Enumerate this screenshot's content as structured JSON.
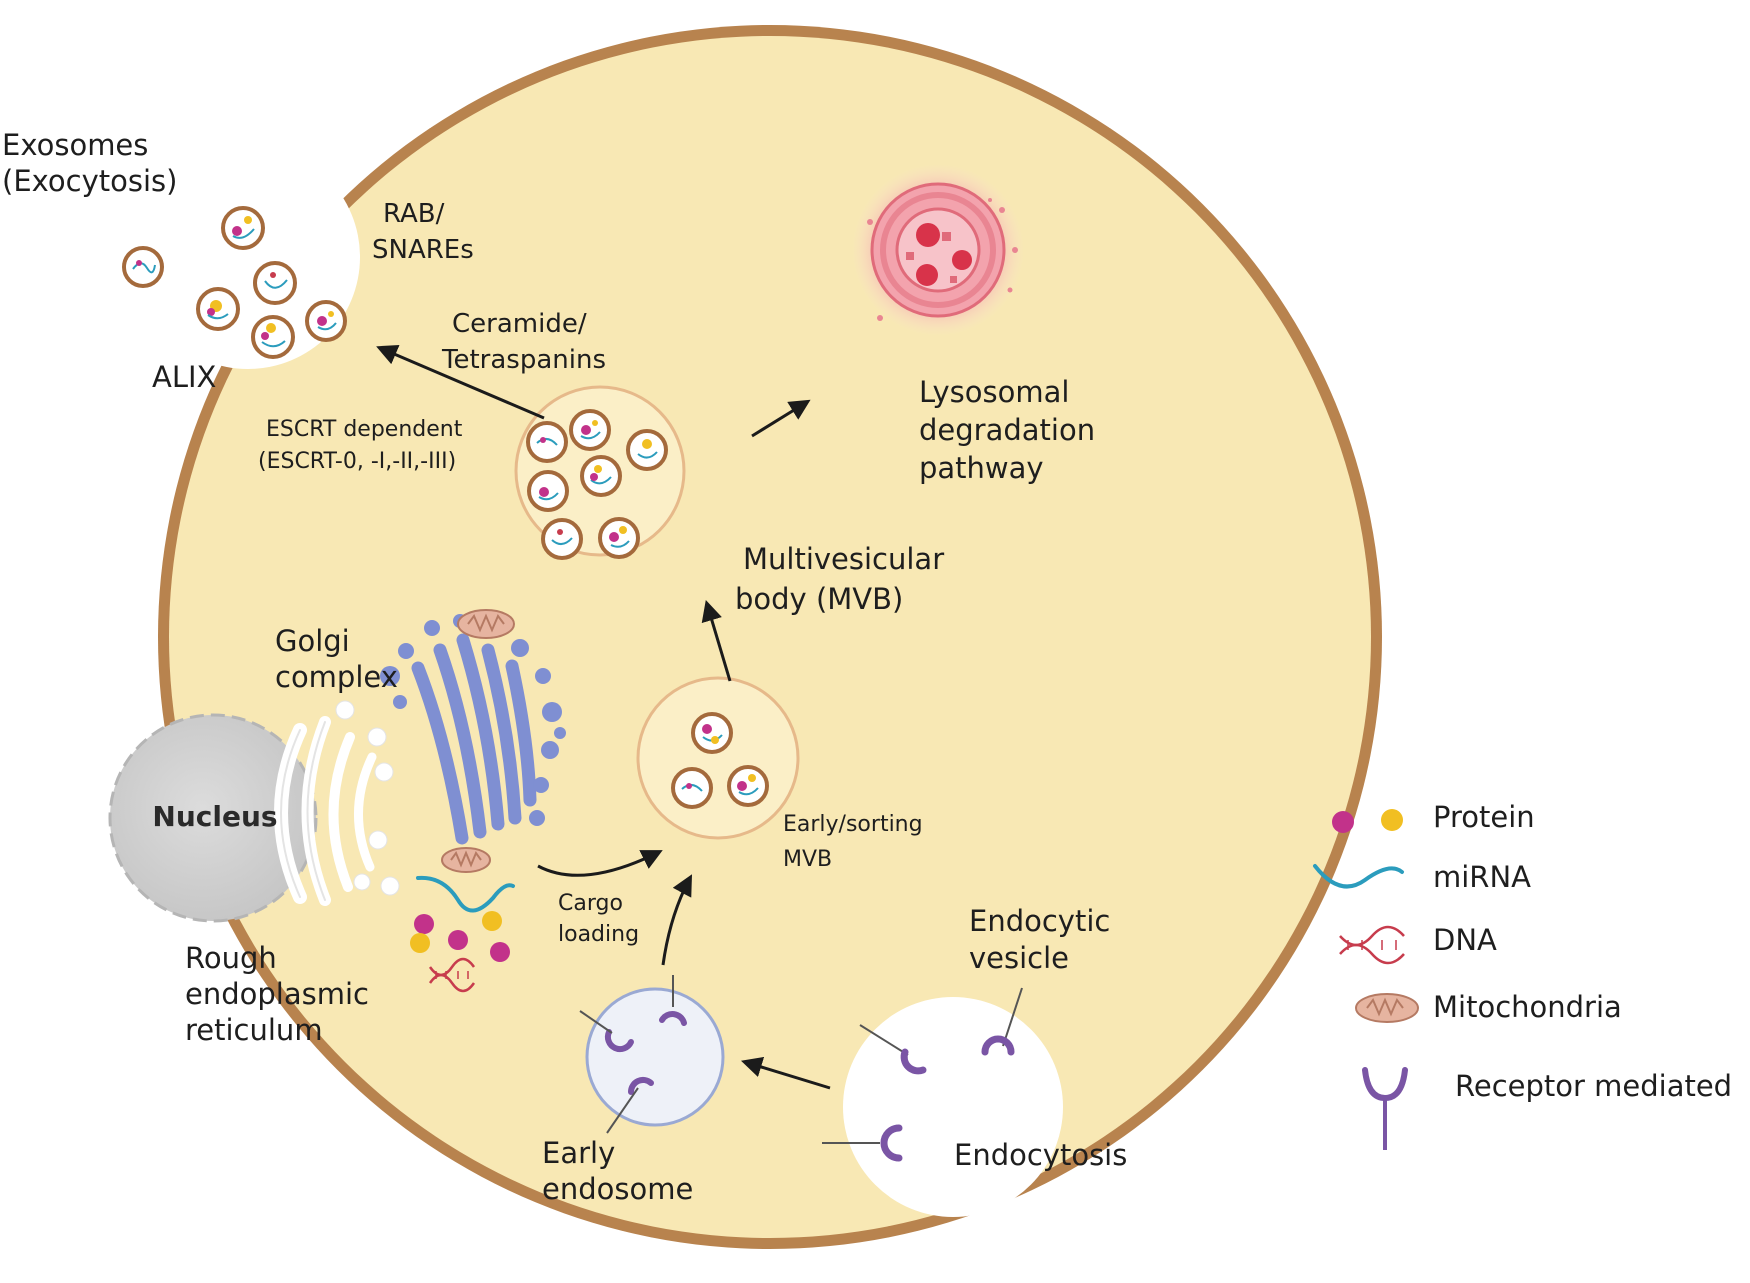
{
  "labels": {
    "exosomes_line1": "Exosomes",
    "exosomes_line2": "(Exocytosis)",
    "rab_line1": "RAB/",
    "rab_line2": "SNAREs",
    "alix": "ALIX",
    "ceramide_line1": "Ceramide/",
    "ceramide_line2": "Tetraspanins",
    "escrt_line1": "ESCRT dependent",
    "escrt_line2": "(ESCRT-0, -I,-II,-III)",
    "lysosomal_line1": "Lysosomal",
    "lysosomal_line2": "degradation",
    "lysosomal_line3": "pathway",
    "mvb_line1": "Multivesicular",
    "mvb_line2": "body (MVB)",
    "golgi_line1": "Golgi",
    "golgi_line2": "complex",
    "nucleus": "Nucleus",
    "early_sorting_line1": "Early/sorting",
    "early_sorting_line2": "MVB",
    "cargo_line1": "Cargo",
    "cargo_line2": "loading",
    "rer_line1": "Rough",
    "rer_line2": "endoplasmic",
    "rer_line3": "reticulum",
    "endocytic_line1": "Endocytic",
    "endocytic_line2": "vesicle",
    "early_endosome_line1": "Early",
    "early_endosome_line2": "endosome",
    "endocytosis": "Endocytosis"
  },
  "legend": [
    {
      "icon": "protein-icon",
      "label": "Protein"
    },
    {
      "icon": "mirna-icon",
      "label": "miRNA"
    },
    {
      "icon": "dna-icon",
      "label": "DNA"
    },
    {
      "icon": "mitochondria-icon",
      "label": "Mitochondria"
    },
    {
      "icon": "receptor-icon",
      "label": "Receptor mediated"
    }
  ],
  "colors": {
    "cytoplasm": "#f8e8b4",
    "membrane": "#b8834e",
    "protein_magenta": "#c2328a",
    "protein_yellow": "#f1bf22",
    "mirna": "#2b9cbd",
    "dna": "#c73c4d",
    "receptor": "#7a55a5",
    "lysosome": "#e98592",
    "golgi": "#7f8fd2",
    "nucleus": "#d3d3d3"
  }
}
